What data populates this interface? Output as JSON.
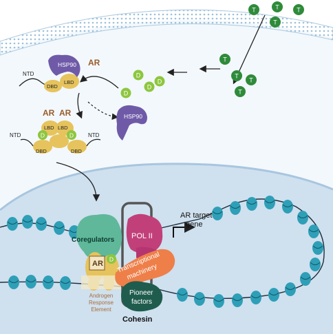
{
  "colors": {
    "membrane": "#b9d4e6",
    "cytoplasm": "#eef5fb",
    "nucleus": "#cfe0ef",
    "testosterone": "#2e8b3a",
    "dht": "#8dc63f",
    "hsp90": "#6f5aa8",
    "ar": "#e6c35c",
    "ar_text": "#9a5b2a",
    "coregulators": "#5fb89a",
    "pol2": "#c2407a",
    "transcriptional": "#ee7f49",
    "pioneer": "#1f5c4d",
    "nucleosome": "#2e9fb7"
  },
  "labels": {
    "testosterone": "T",
    "dht": "D",
    "hsp90": "HSP90",
    "ar": "AR",
    "ntd": "NTD",
    "lbd": "LBD",
    "dbd": "DBD",
    "coregulators": "Coregulators",
    "pol2": "POL II",
    "ar_target_gene_1": "AR target",
    "ar_target_gene_2": "gene",
    "transcriptional_1": "Transcriptional",
    "transcriptional_2": "machinery",
    "pioneer_1": "Pioneer",
    "pioneer_2": "factors",
    "cohesin": "Cohesin",
    "are_1": "Androgen",
    "are_2": "Response",
    "are_3": "Element"
  }
}
